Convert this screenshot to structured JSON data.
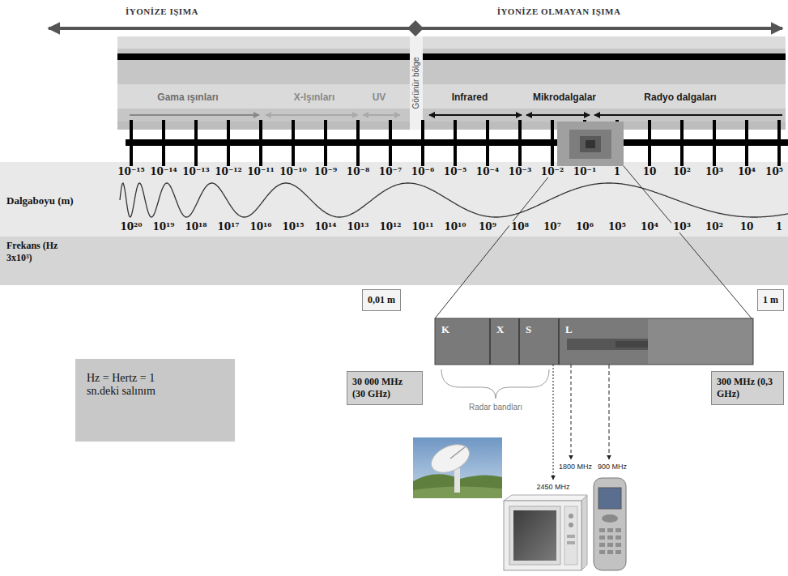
{
  "diagram": {
    "nodes": [
      {
        "text": [
          "0,01 m"
        ]
      },
      {
        "text": [
          "1 m"
        ]
      },
      {
        "text": [
          "K"
        ]
      },
      {
        "text": [
          "X"
        ]
      },
      {
        "text": [
          "S"
        ]
      },
      {
        "text": [
          "L"
        ]
      },
      {
        "text": [
          "30 000 MHz (30 GHz)"
        ]
      },
      {
        "text": [
          "300 MHz (0,3 GHz)"
        ]
      },
      {
        "text": [
          "Hz = Hertz = 1 sn.deki salınım"
        ]
      }
    ],
    "labels": [
      "İYONİZE IŞIMA",
      "İYONİZE OLMAYAN IŞIMA",
      "Görünür bölge",
      "Gama ışınları",
      "X-Işınları",
      "UV",
      "Infrared",
      "Mikrodalgalar",
      "Radyo dalgaları",
      "Dalgaboyu (m)",
      "10⁻¹⁵",
      "10⁻¹⁴",
      "10⁻¹³",
      "10⁻¹²",
      "10⁻¹¹",
      "10⁻¹⁰",
      "10⁻⁹",
      "10⁻⁸",
      "10⁻⁷",
      "10⁻⁶",
      "10⁻⁵",
      "10⁻⁴",
      "10⁻³",
      "10⁻²",
      "10⁻¹",
      "1",
      "10",
      "10²",
      "10³",
      "10⁴",
      "10⁵",
      "Frekans (Hz 3x10³)",
      "10²⁰",
      "10¹⁹",
      "10¹⁸",
      "10¹⁷",
      "10¹⁶",
      "10¹⁵",
      "10¹⁴",
      "10¹³",
      "10¹²",
      "10¹¹",
      "10¹⁰",
      "10⁹",
      "10⁸",
      "10⁷",
      "10⁶",
      "10⁵",
      "10⁴",
      "10³",
      "10²",
      "10",
      "1",
      "Radar bandları",
      "1800 MHz",
      "900 MHz",
      "2450 MHz"
    ]
  }
}
